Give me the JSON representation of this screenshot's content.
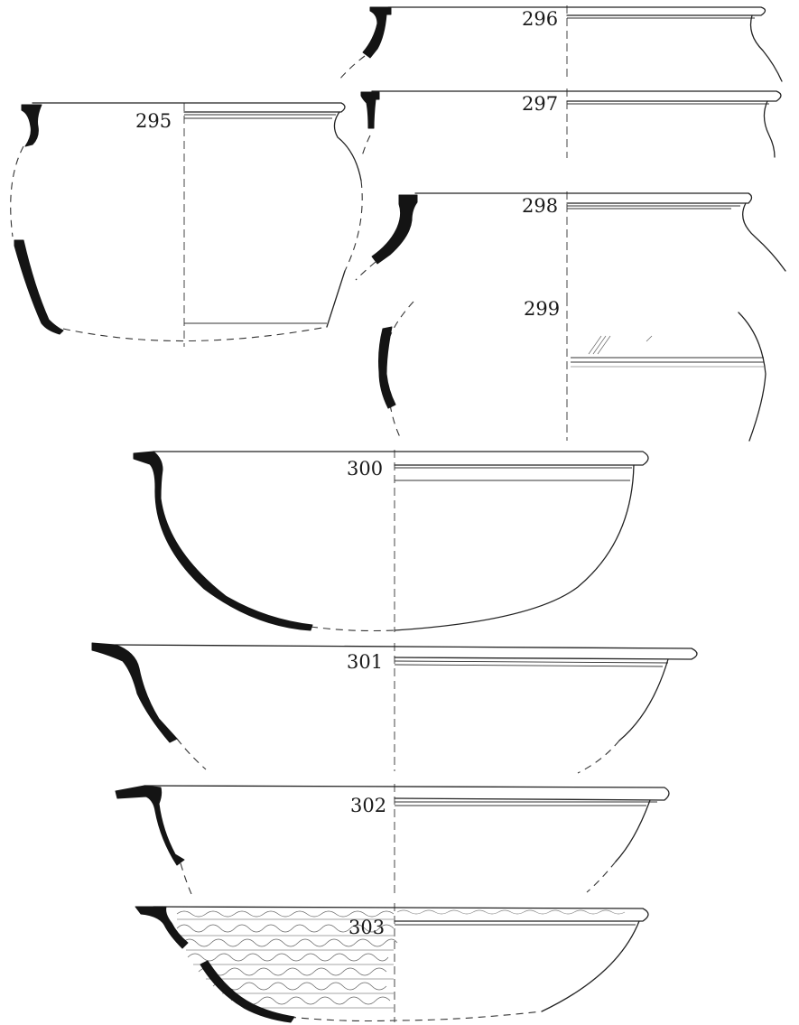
{
  "figure": {
    "vessels": [
      {
        "id": "295",
        "label": "295",
        "type": "jar"
      },
      {
        "id": "296",
        "label": "296",
        "type": "rim-fragment"
      },
      {
        "id": "297",
        "label": "297",
        "type": "rim-fragment"
      },
      {
        "id": "298",
        "label": "298",
        "type": "jar"
      },
      {
        "id": "299",
        "label": "299",
        "type": "body-fragment"
      },
      {
        "id": "300",
        "label": "300",
        "type": "bowl"
      },
      {
        "id": "301",
        "label": "301",
        "type": "bowl"
      },
      {
        "id": "302",
        "label": "302",
        "type": "bowl"
      },
      {
        "id": "303",
        "label": "303",
        "type": "bowl-decorated"
      }
    ]
  }
}
